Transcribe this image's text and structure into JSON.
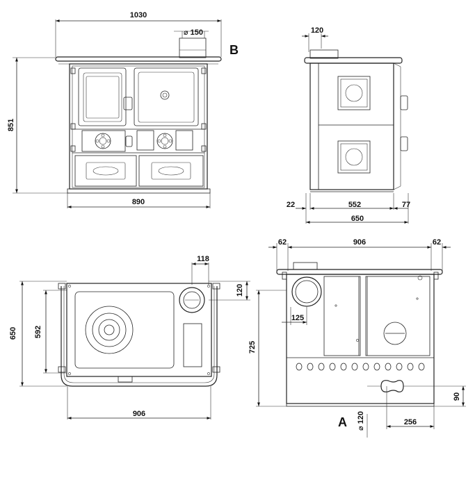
{
  "labels": {
    "front_width": "1030",
    "front_base_width": "890",
    "front_height": "851",
    "flue_diameter_top": "⌀ 150",
    "view_b": "B",
    "side_flue_offset": "120",
    "side_left_margin": "22",
    "side_body_depth": "552",
    "side_right_margin": "77",
    "side_total_depth": "650",
    "top_flue_x": "118",
    "top_flue_y": "120",
    "top_total_depth": "650",
    "top_inner_depth": "592",
    "top_width": "906",
    "rear_left_margin": "62",
    "rear_width": "906",
    "rear_right_margin": "62",
    "rear_flue_offset": "125",
    "rear_height": "725",
    "rear_low_height": "90",
    "rear_outlet_offset": "256",
    "rear_outlet_diameter": "⌀ 120",
    "view_a": "A"
  }
}
